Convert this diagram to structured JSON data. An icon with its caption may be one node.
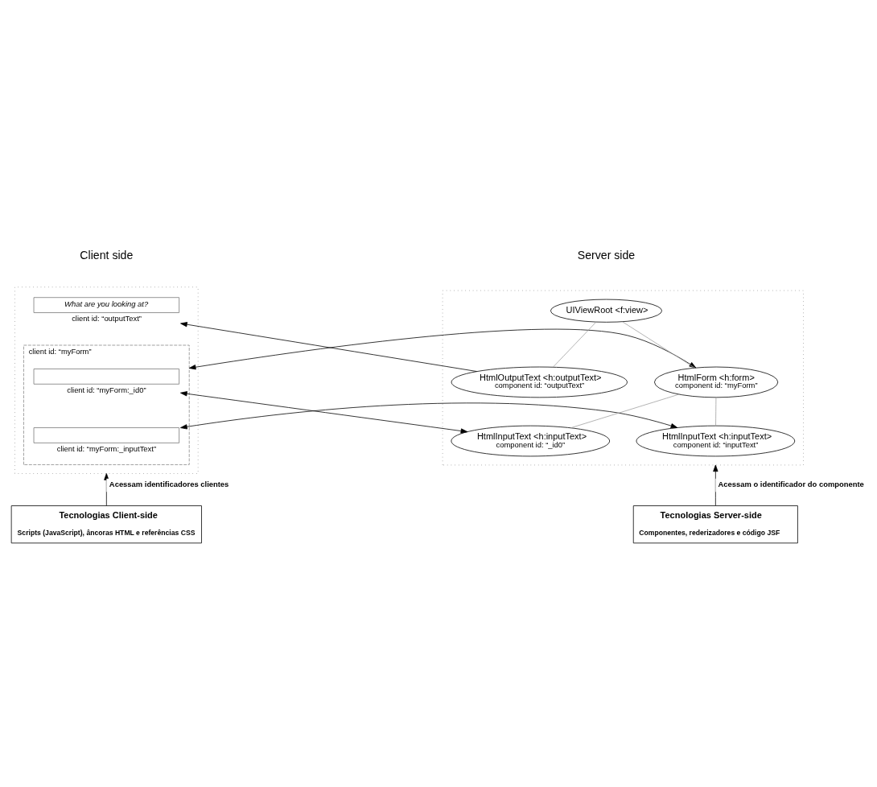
{
  "diagram": {
    "nodes": [
      {
        "text": [],
        "shape": "box"
      },
      {
        "text": [
          "What are you looking at?"
        ],
        "beside": [
          "client id: “outputText”"
        ],
        "in": 0
      },
      {
        "text": [
          "client id: “myForm”"
        ],
        "in": 0
      },
      {
        "text": [],
        "shape": "box",
        "beside": [
          "client id: “myForm:_id0”"
        ],
        "in": 2
      },
      {
        "text": [],
        "shape": "box",
        "beside": [
          "client id: “myForm:_inputText”"
        ],
        "in": 2
      },
      {
        "text": [],
        "shape": "box"
      },
      {
        "text": [
          "UIViewRoot <f:view>"
        ],
        "in": 5
      },
      {
        "text": [
          "HtmlOutputText <h:outputText>",
          "component id: “outputText”"
        ],
        "in": 5
      },
      {
        "text": [
          "HtmlForm <h:form>",
          "component id: “myForm”"
        ],
        "in": 5
      },
      {
        "text": [
          "HtmlInputText <h:inputText>",
          "component id: “_id0”"
        ],
        "in": 5
      },
      {
        "text": [
          "HtmlInputText <h:inputText>",
          "component id: “inputText”"
        ],
        "in": 5
      },
      {
        "text": [
          "Tecnologias Client-side",
          "Scripts (JavaScript), âncoras HTML e referências CSS"
        ]
      },
      {
        "text": [
          "Tecnologias Server-side",
          "Componentes, rederizadores e código JSF"
        ]
      }
    ],
    "edges": [
      {
        "from": 6,
        "to": 7,
        "arrow": "none",
        "color": "#a0a0a0"
      },
      {
        "from": 6,
        "to": 8,
        "arrow": "none",
        "color": "#a0a0a0"
      },
      {
        "from": 8,
        "to": 9,
        "arrow": "none",
        "color": "#a0a0a0"
      },
      {
        "from": 8,
        "to": 10,
        "arrow": "none",
        "color": "#a0a0a0"
      },
      {
        "from": 7,
        "to": 1,
        "arrow": "to"
      },
      {
        "from": 2,
        "to": 8,
        "arrow": "both"
      },
      {
        "from": 3,
        "to": 9,
        "arrow": "both"
      },
      {
        "from": 4,
        "to": 10,
        "arrow": "both"
      },
      {
        "from": 11,
        "to": 0,
        "arrow": "to",
        "label": "Acessam identificadores clientes"
      },
      {
        "from": 12,
        "to": 5,
        "arrow": "to",
        "label": "Acessam o identificador do componente"
      }
    ],
    "labels": [
      "Client side",
      "Server side"
    ]
  }
}
